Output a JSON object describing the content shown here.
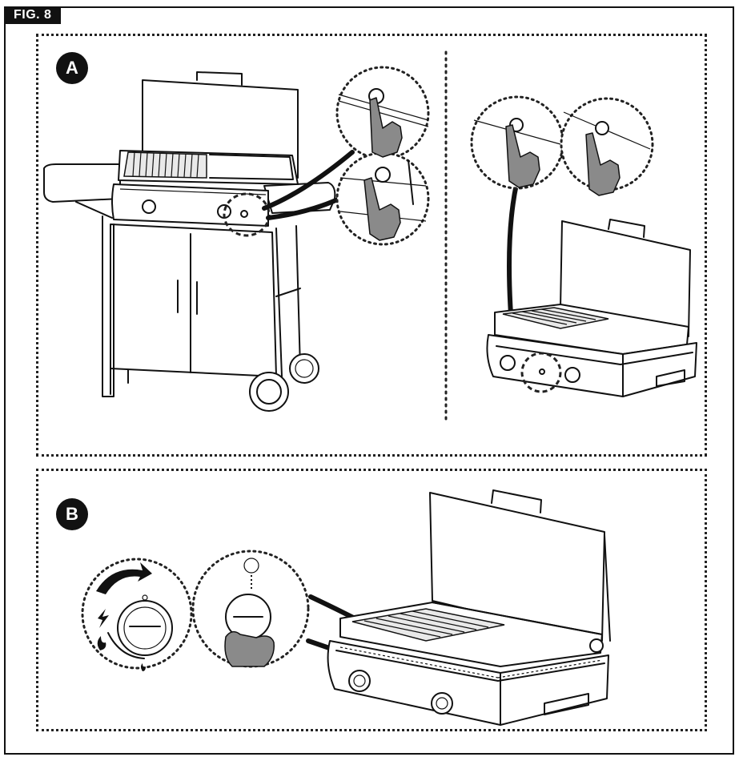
{
  "figure": {
    "label": "FIG. 8"
  },
  "panels": {
    "a": {
      "badge": "A"
    },
    "b": {
      "badge": "B",
      "indicator_open_quote": "“",
      "indicator_close_quote": "”"
    }
  },
  "icons": [
    "spark-icon",
    "flame-icon",
    "rotate-arrow-icon",
    "igniter-button-icon",
    "hand-icon",
    "control-knob-icon"
  ],
  "colors": {
    "ink": "#111111",
    "paper": "#ffffff",
    "hand_fill": "#8a8a8a"
  }
}
